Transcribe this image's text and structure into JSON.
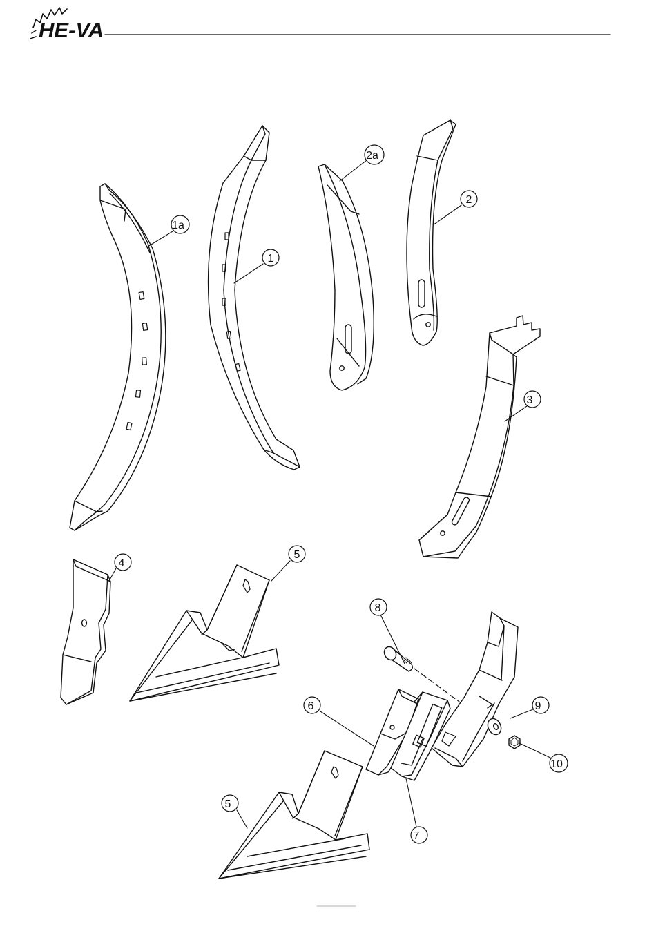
{
  "header": {
    "brand": "HE-VA",
    "colors": {
      "ink": "#111111",
      "paper": "#ffffff"
    },
    "logo_icon": "gear-icon"
  },
  "callouts": [
    {
      "id": "1a",
      "label": "1a"
    },
    {
      "id": "1",
      "label": "1"
    },
    {
      "id": "2a",
      "label": "2a"
    },
    {
      "id": "2",
      "label": "2"
    },
    {
      "id": "3",
      "label": "3"
    },
    {
      "id": "4",
      "label": "4"
    },
    {
      "id": "5-top",
      "label": "5"
    },
    {
      "id": "8",
      "label": "8"
    },
    {
      "id": "6",
      "label": "6"
    },
    {
      "id": "9",
      "label": "9"
    },
    {
      "id": "10",
      "label": "10"
    },
    {
      "id": "5-bottom",
      "label": "5"
    },
    {
      "id": "7",
      "label": "7"
    }
  ],
  "parts": [
    {
      "name": "curved-tine-1a"
    },
    {
      "name": "curved-tine-1"
    },
    {
      "name": "spring-leaf-2a"
    },
    {
      "name": "spring-leaf-2"
    },
    {
      "name": "bracket-3"
    },
    {
      "name": "reversible-point-4"
    },
    {
      "name": "sweep-share-5"
    },
    {
      "name": "bolt-8"
    },
    {
      "name": "adapter-6"
    },
    {
      "name": "clamp-7"
    },
    {
      "name": "washer-9"
    },
    {
      "name": "nut-10"
    }
  ]
}
